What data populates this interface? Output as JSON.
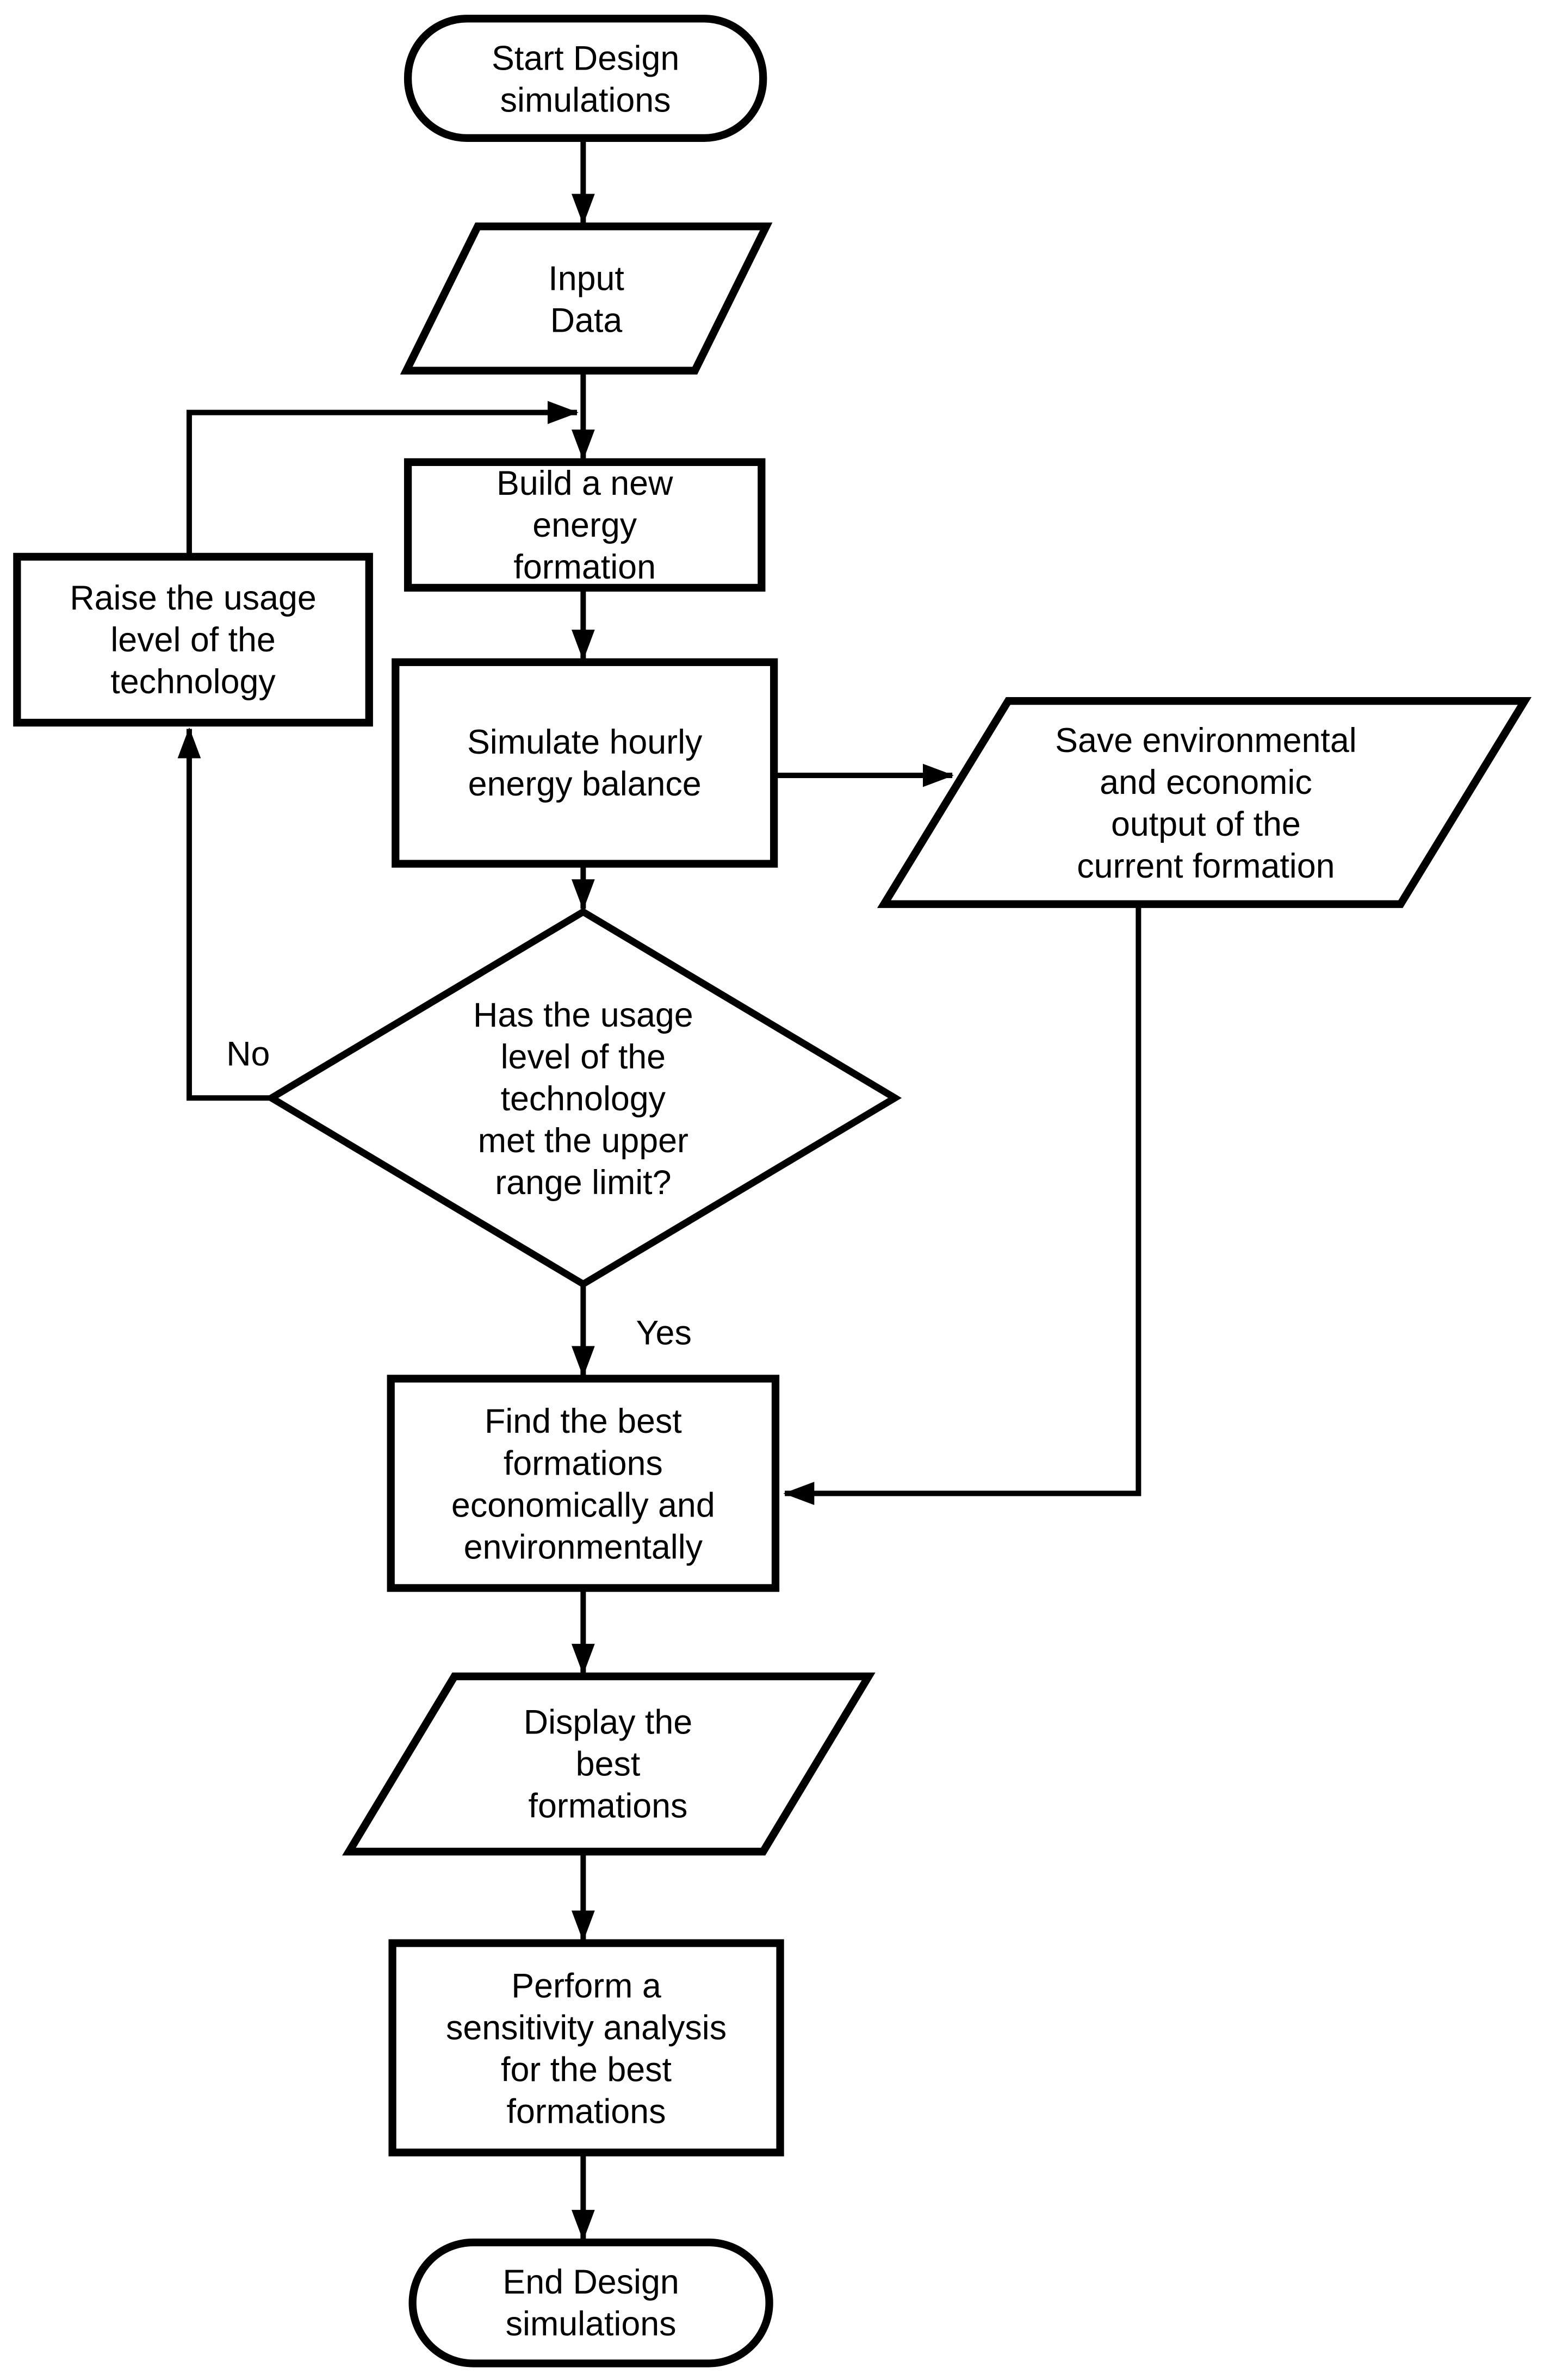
{
  "colors": {
    "background": "#ffffff",
    "shape_fill": "#ffffff",
    "line_color": "#000000",
    "text_color": "#000000"
  },
  "nodes": {
    "start": {
      "type": "terminator",
      "label": "Start Design\nsimulations"
    },
    "input": {
      "type": "io",
      "label": "Input\nData"
    },
    "build": {
      "type": "process",
      "label": "Build a new\nenergy\nformation"
    },
    "raise": {
      "type": "process",
      "label": "Raise the usage\nlevel of the\ntechnology"
    },
    "simulate": {
      "type": "process",
      "label": "Simulate hourly\nenergy balance"
    },
    "save": {
      "type": "io",
      "label": "Save environmental\nand economic\noutput of the\ncurrent formation"
    },
    "decision": {
      "type": "decision",
      "label": "Has the usage\nlevel of the\ntechnology\nmet the upper\nrange limit?"
    },
    "find": {
      "type": "process",
      "label": "Find the best\nformations\neconomically and\nenvironmentally"
    },
    "display": {
      "type": "io",
      "label": "Display the\nbest\nformations"
    },
    "perform": {
      "type": "process",
      "label": "Perform a\nsensitivity analysis\nfor the best\nformations"
    },
    "end": {
      "type": "terminator",
      "label": "End Design\nsimulations"
    }
  },
  "edge_labels": {
    "no": "No",
    "yes": "Yes"
  }
}
